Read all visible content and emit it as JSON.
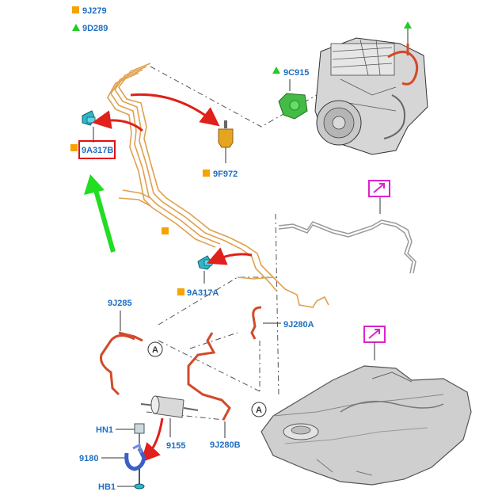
{
  "colors": {
    "label": "#1f6fc0",
    "legend_square": "#f5a300",
    "legend_triangle": "#22cc22",
    "highlight_box": "#e01010",
    "red_arrow": "#e0201a",
    "green_arrow": "#22dd22",
    "fuel_line": "#e0a050",
    "hose": "#d24a2a",
    "magenta_box": "#dd22cc"
  },
  "legend": [
    {
      "icon": "square",
      "text": "9J279"
    },
    {
      "icon": "triangle",
      "text": "9D289"
    }
  ],
  "parts": {
    "p9C915": "9C915",
    "p9A317B": "9A317B",
    "p9F972": "9F972",
    "p9A317A": "9A317A",
    "p9J285": "9J285",
    "p9J280A": "9J280A",
    "p9J280B": "9J280B",
    "p9155": "9155",
    "pHN1": "HN1",
    "p9180": "9180",
    "pHB1": "HB1"
  },
  "connector_a": "A"
}
